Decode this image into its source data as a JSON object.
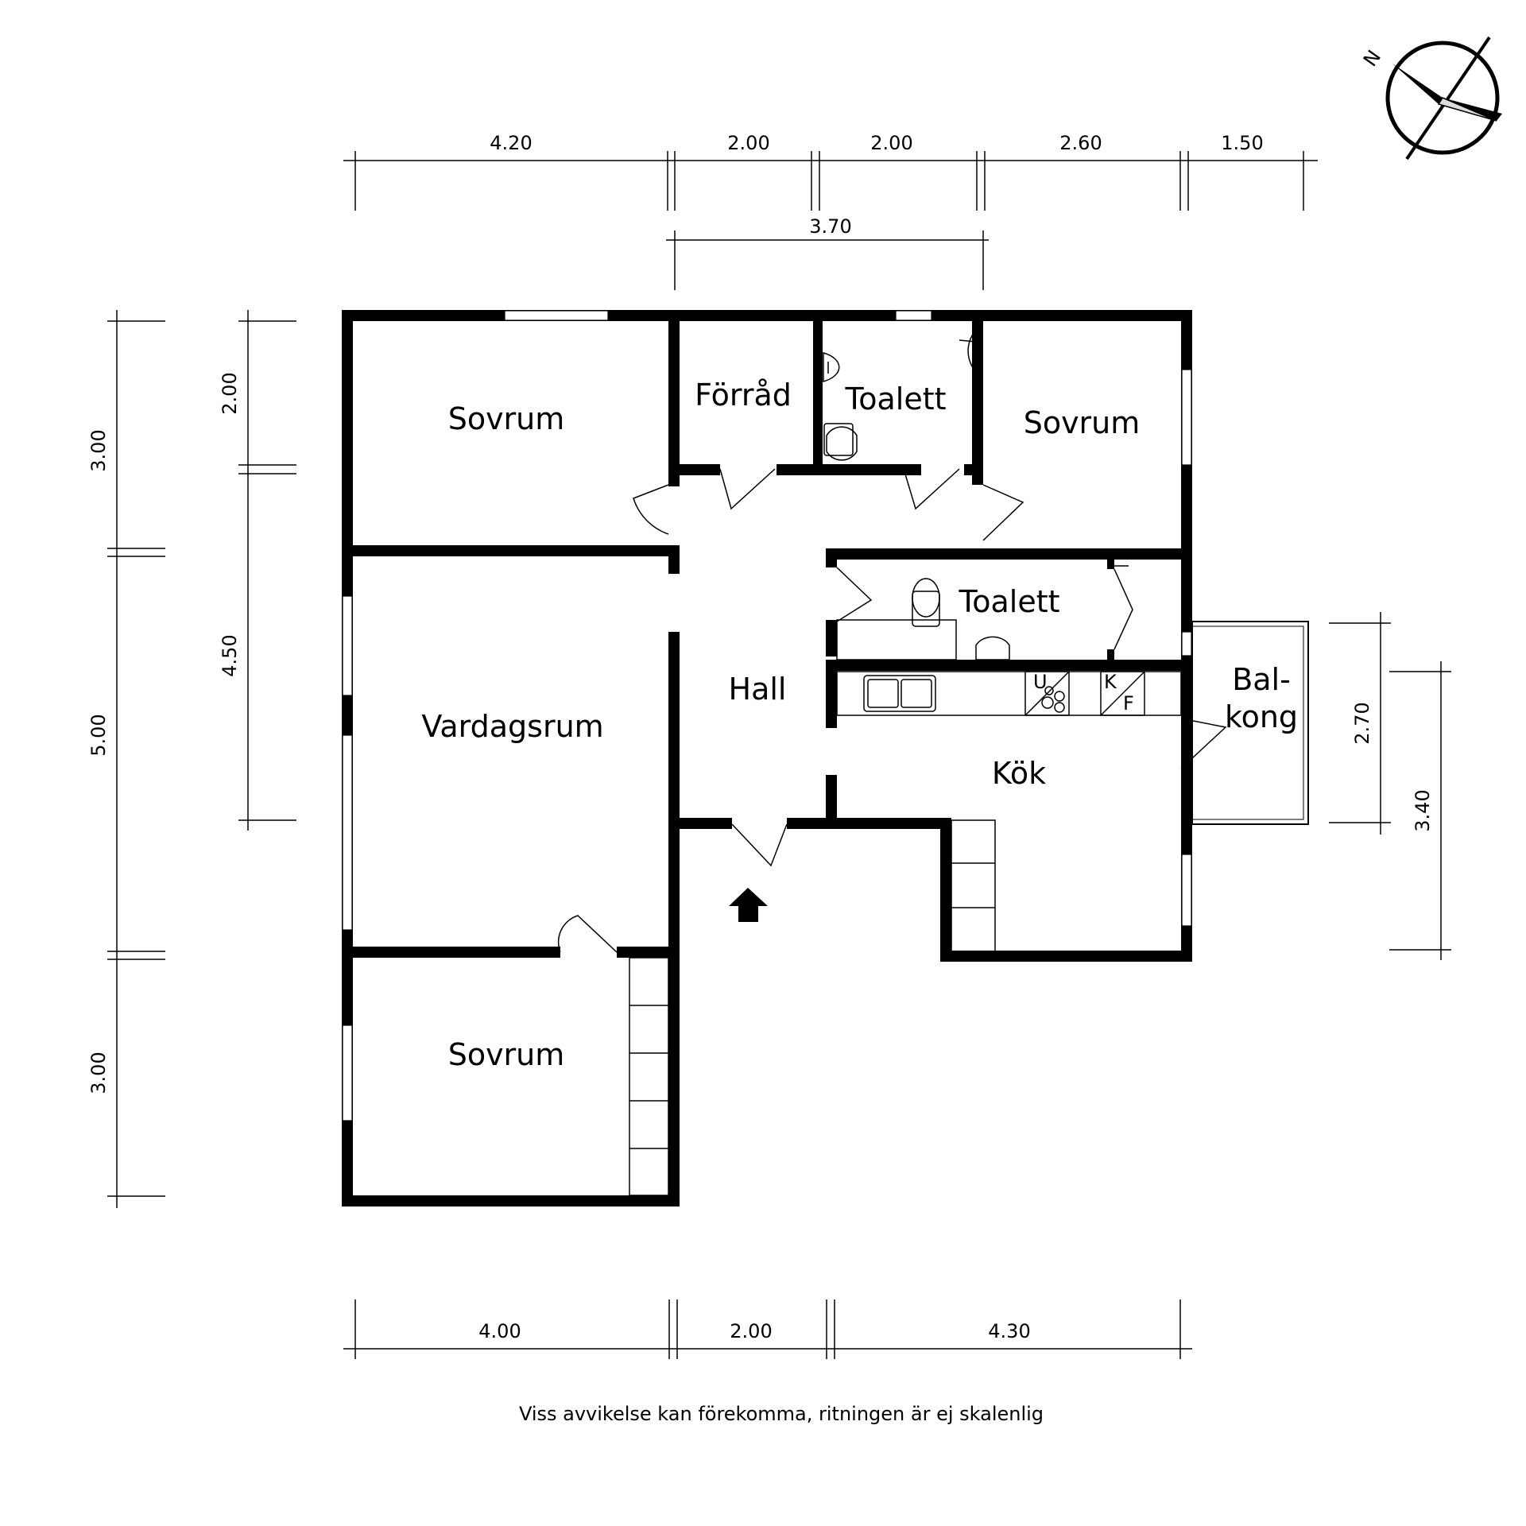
{
  "compass": {
    "north_label": "N"
  },
  "rooms": {
    "sovrum_nw": "Sovrum",
    "forrad": "Förråd",
    "toalett_north": "Toalett",
    "sovrum_ne": "Sovrum",
    "toalett_east": "Toalett",
    "vardagsrum": "Vardagsrum",
    "hall": "Hall",
    "kok": "Kök",
    "balkong_line1": "Bal-",
    "balkong_line2": "kong",
    "sovrum_sw": "Sovrum"
  },
  "appliances": {
    "u": "U",
    "k": "K",
    "f": "F"
  },
  "dimensions": {
    "top": [
      "4.20",
      "2.00",
      "2.00",
      "2.60",
      "1.50"
    ],
    "top_sub": "3.70",
    "left_outer": [
      "3.00",
      "5.00",
      "3.00"
    ],
    "left_inner": [
      "2.00",
      "4.50"
    ],
    "right": [
      "2.70",
      "3.40"
    ],
    "bottom": [
      "4.00",
      "2.00",
      "4.30"
    ]
  },
  "note": "Viss avvikelse kan förekomma, ritningen är ej skalenlig"
}
